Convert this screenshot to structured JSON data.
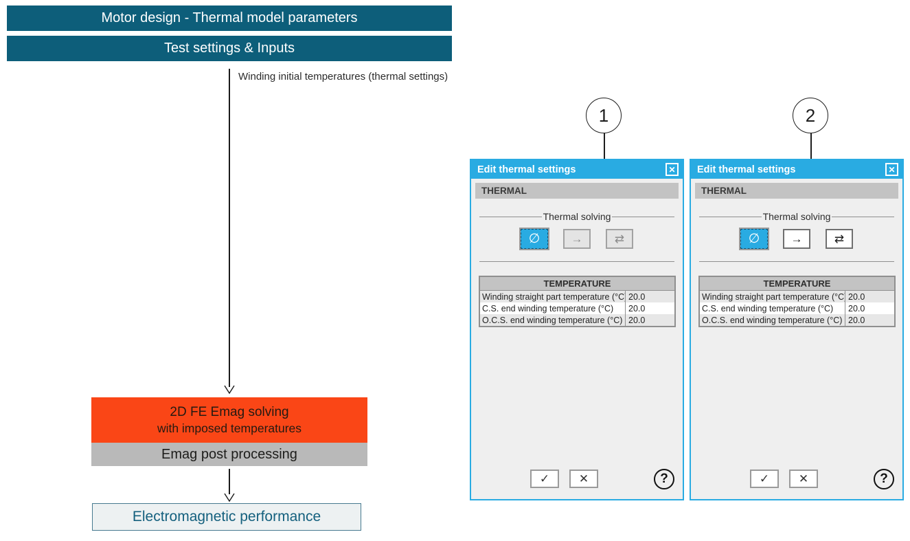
{
  "flow": {
    "banner1": "Motor design - Thermal model parameters",
    "banner2": "Test settings & Inputs",
    "arrow_label": "Winding initial temperatures (thermal settings)",
    "solve_box_line1": "2D FE Emag solving",
    "solve_box_line2": "with imposed temperatures",
    "post_box": "Emag post processing",
    "result_box": "Electromagnetic performance"
  },
  "callouts": [
    {
      "number": "1"
    },
    {
      "number": "2"
    }
  ],
  "dialogs": [
    {
      "title": "Edit thermal settings",
      "close_glyph": "✕",
      "section_header": "THERMAL",
      "group_label": "Thermal solving",
      "solving_buttons": [
        {
          "icon": "no-thermal-solving-icon",
          "glyph": "∅",
          "state": "selected"
        },
        {
          "icon": "one-directional-solving-icon",
          "glyph": "→",
          "state": "disabled"
        },
        {
          "icon": "bi-directional-solving-icon",
          "glyph": "⇄",
          "state": "disabled"
        }
      ],
      "table": {
        "header": "TEMPERATURE",
        "rows": [
          {
            "label": "Winding straight part temperature (°C)",
            "value": "20.0"
          },
          {
            "label": "C.S. end winding temperature (°C)",
            "value": "20.0"
          },
          {
            "label": "O.C.S. end winding temperature (°C)",
            "value": "20.0"
          }
        ]
      },
      "ok_glyph": "✓",
      "cancel_glyph": "✕",
      "help_glyph": "?"
    },
    {
      "title": "Edit thermal settings",
      "close_glyph": "✕",
      "section_header": "THERMAL",
      "group_label": "Thermal solving",
      "solving_buttons": [
        {
          "icon": "no-thermal-solving-icon",
          "glyph": "∅",
          "state": "selected"
        },
        {
          "icon": "one-directional-solving-icon",
          "glyph": "→",
          "state": "enabled"
        },
        {
          "icon": "bi-directional-solving-icon",
          "glyph": "⇄",
          "state": "enabled"
        }
      ],
      "table": {
        "header": "TEMPERATURE",
        "rows": [
          {
            "label": "Winding straight part temperature (°C)",
            "value": "20.0"
          },
          {
            "label": "C.S. end winding temperature (°C)",
            "value": "20.0"
          },
          {
            "label": "O.C.S. end winding temperature (°C)",
            "value": "20.0"
          }
        ]
      },
      "ok_glyph": "✓",
      "cancel_glyph": "✕",
      "help_glyph": "?"
    }
  ],
  "colors": {
    "banner_teal": "#0d5e7a",
    "dialog_cyan": "#29abe2",
    "solve_orange": "#fa4616",
    "post_gray": "#b9b9b9",
    "result_text_teal": "#14607e"
  }
}
